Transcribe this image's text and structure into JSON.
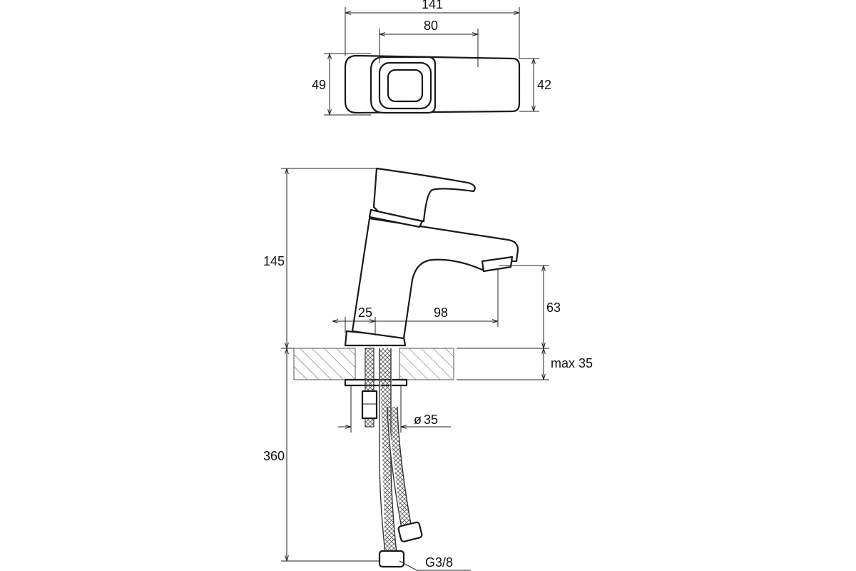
{
  "dimensions": {
    "top_width": "141",
    "top_lever_width": "80",
    "top_depth": "49",
    "top_depth_lever": "42",
    "total_height": "145",
    "spout_height": "63",
    "base_offset": "25",
    "spout_reach": "98",
    "counter_thickness": "max 35",
    "hole_diameter": "35",
    "hose_length": "360",
    "connection": "G3/8"
  },
  "colors": {
    "line": "#1a1a1a",
    "background": "#ffffff"
  }
}
